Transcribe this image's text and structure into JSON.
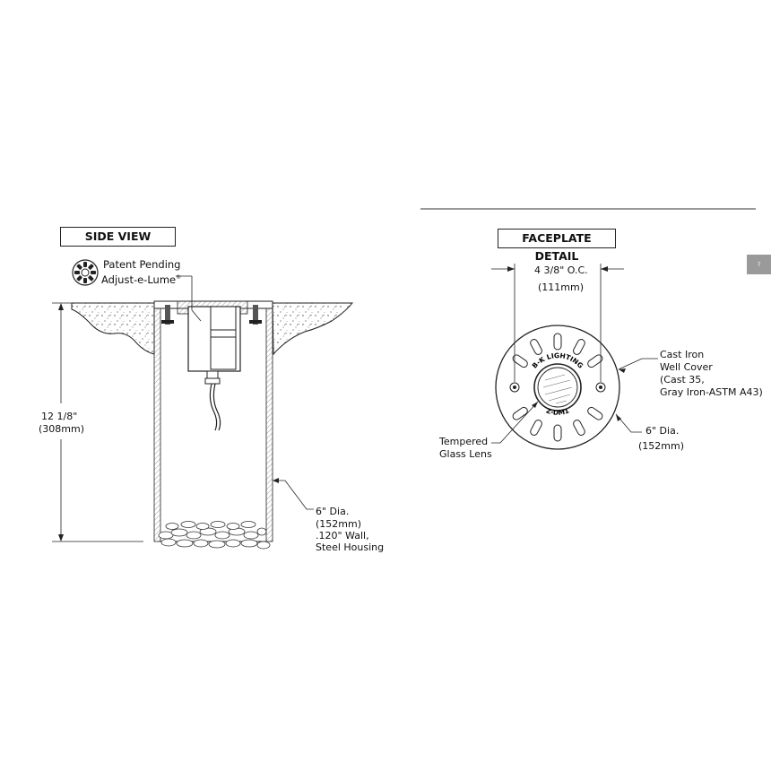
{
  "side_view": {
    "title": "SIDE VIEW",
    "badge_line1": "Patent Pending",
    "badge_line2": "Adjust-e-Lume",
    "badge_mark": "®",
    "height_label_in": "12 1/8\"",
    "height_label_mm": "(308mm)",
    "housing_line1": "6\" Dia.",
    "housing_line2": "(152mm)",
    "housing_line3": ".120\" Wall,",
    "housing_line4": "Steel Housing"
  },
  "faceplate_detail": {
    "title": "FACEPLATE DETAIL",
    "oc_label": "4 3/8\" O.C.",
    "oc_mm": "(111mm)",
    "cover_line1": "Cast Iron",
    "cover_line2": "Well Cover",
    "cover_line3": "(Cast 35,",
    "cover_line4": "Gray Iron-ASTM A43)",
    "dia_label": "6\" Dia.",
    "dia_mm": "(152mm)",
    "lens_line1": "Tempered",
    "lens_line2": "Glass Lens",
    "emboss_top": "B-K LIGHTING",
    "emboss_bottom": "Z-DM1"
  },
  "page_tab": "7"
}
